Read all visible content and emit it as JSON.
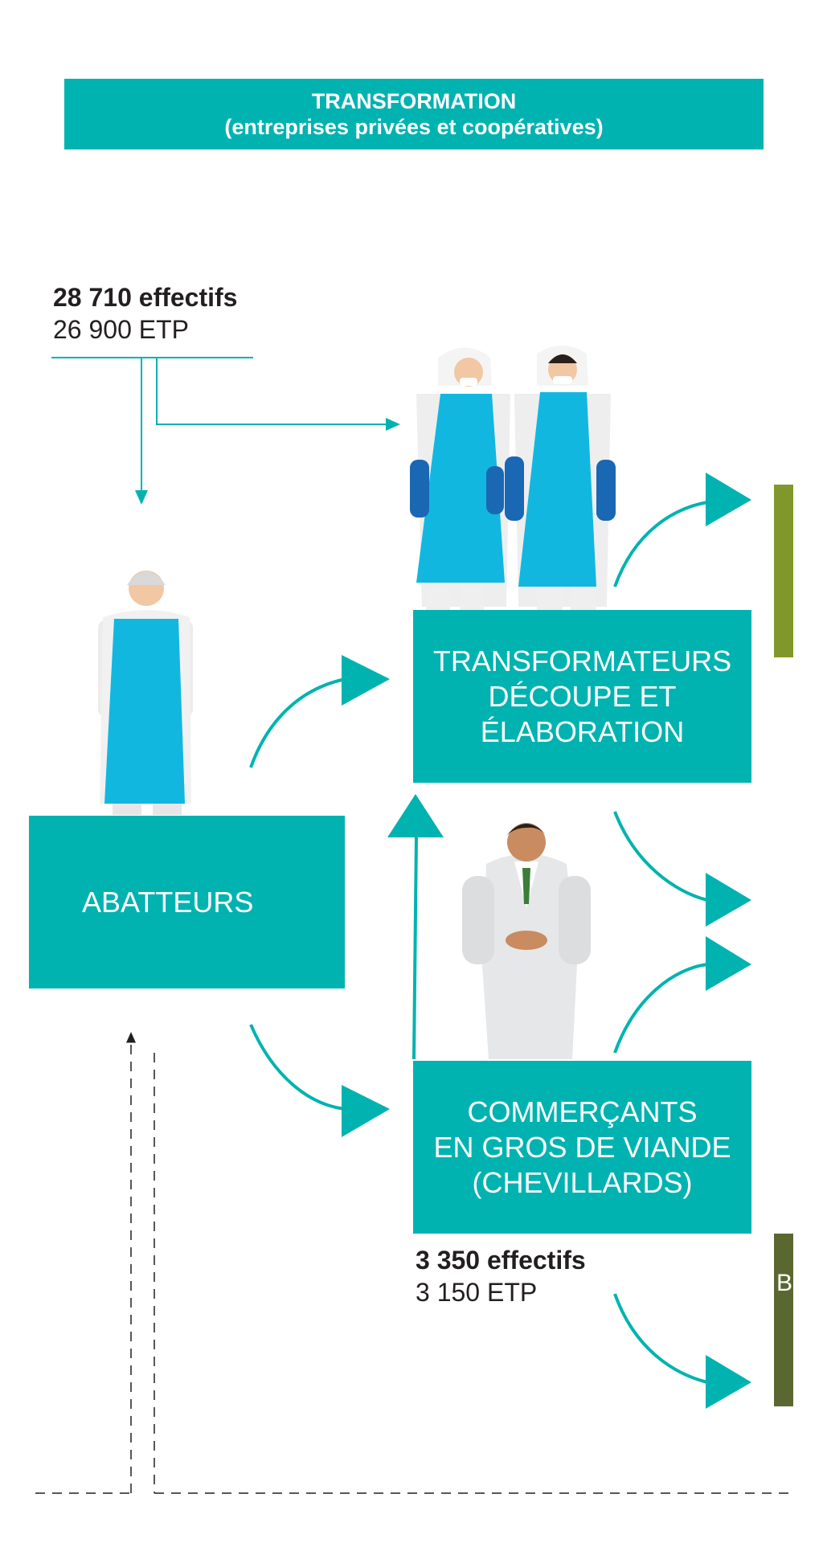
{
  "banner": {
    "title": "TRANSFORMATION",
    "subtitle": "(entreprises privées et coopératives)"
  },
  "stats_top": {
    "count": "28 710 effectifs",
    "etp": "26 900 ETP"
  },
  "stats_bottom": {
    "count": "3 350 effectifs",
    "etp": "3 150 ETP"
  },
  "boxes": {
    "abatteurs": "ABATTEURS",
    "transformateurs": "TRANSFORMATEURS\nDÉCOUPE ET\nÉLABORATION",
    "commercants": "COMMERÇANTS\nEN GROS DE VIANDE\n(CHEVILLARDS)"
  },
  "side_letter": "B",
  "colors": {
    "teal": "#00b3b0",
    "olive": "#80982a",
    "dark_olive": "#5b6730",
    "apron_blue": "#12b7e0",
    "glove_blue": "#1a67b4"
  }
}
